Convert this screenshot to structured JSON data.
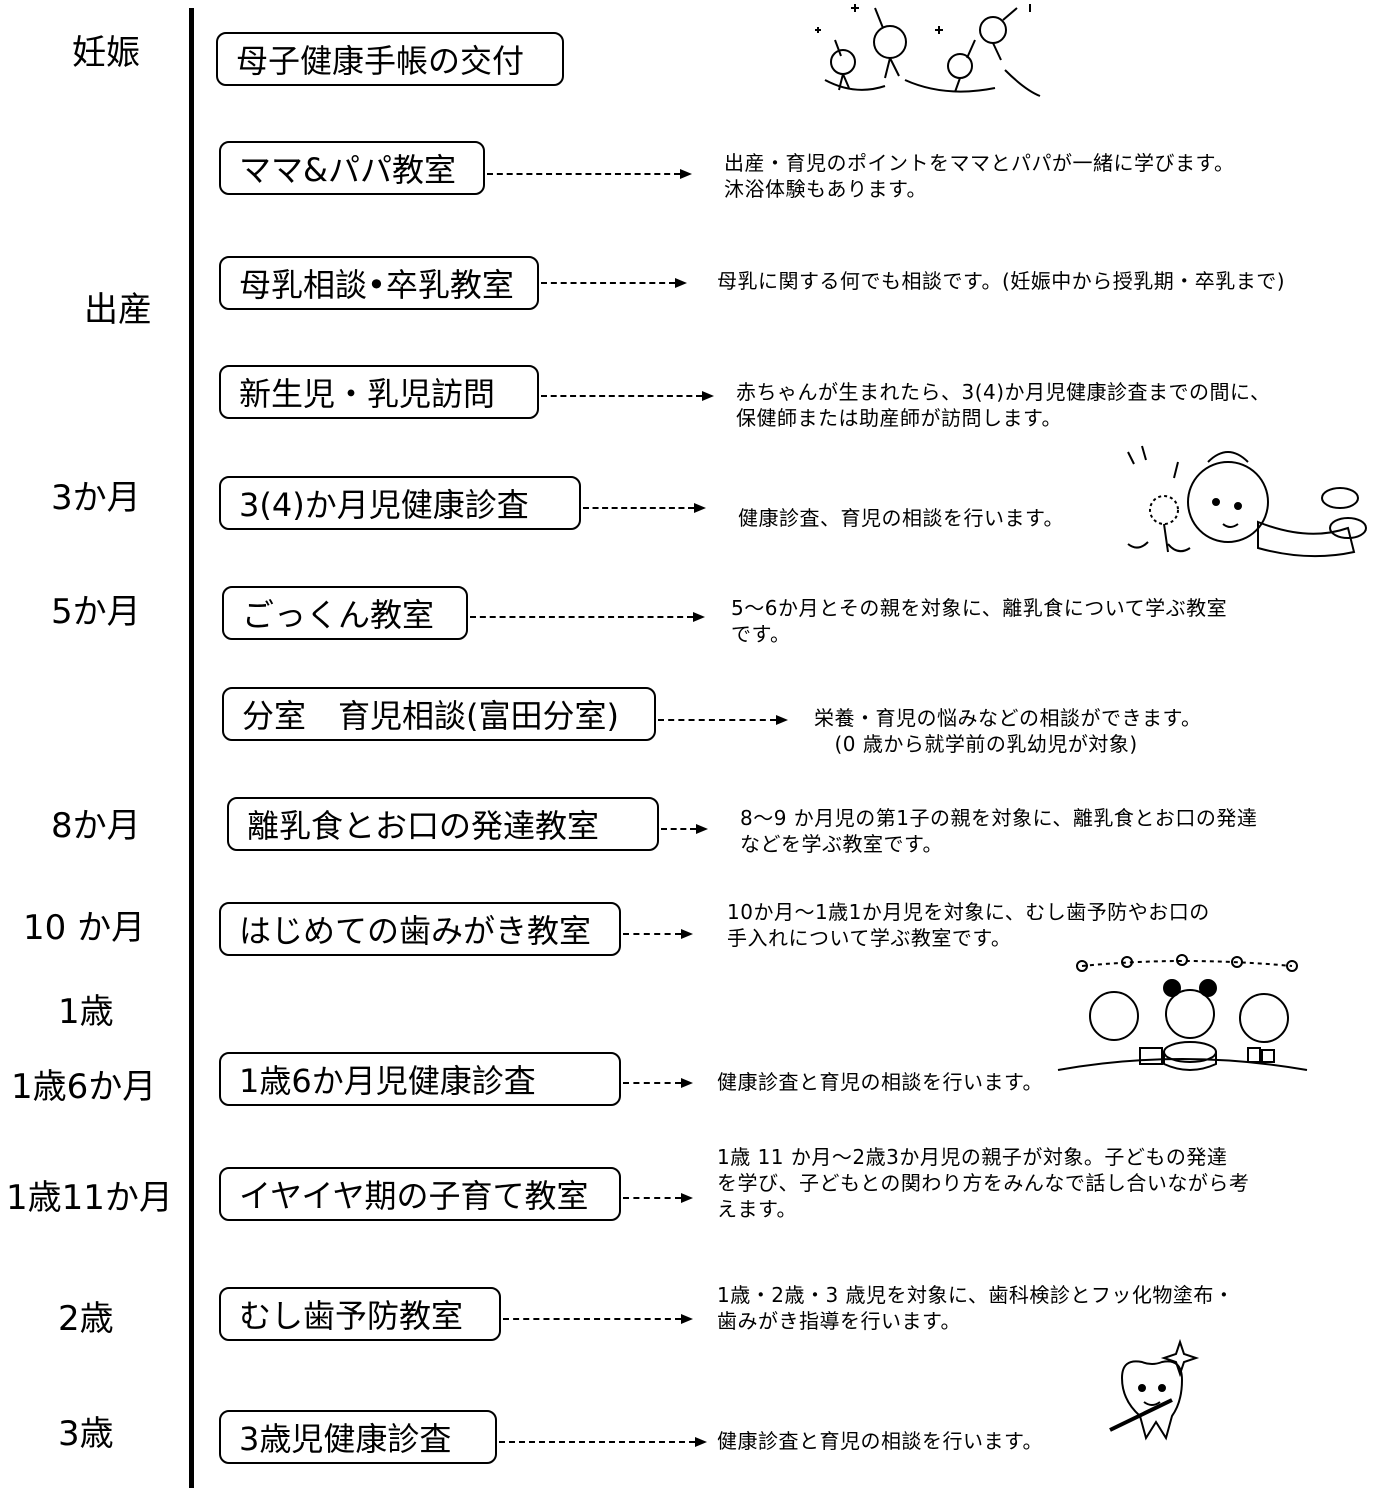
{
  "stages": {
    "pregnancy": "妊娠",
    "birth": "出産",
    "m3": "3か月",
    "m5": "5か月",
    "m8": "8か月",
    "m10": "10 か月",
    "y1": "1歳",
    "y1m6": "1歳6か月",
    "y1m11": "1歳11か月",
    "y2": "2歳",
    "y3": "3歳"
  },
  "programs": [
    {
      "label": "母子健康手帳の交付",
      "desc": ""
    },
    {
      "label": "ママ&パパ教室",
      "desc": "出産・育児のポイントをママとパパが一緒に学びます。\n沐浴体験もあります。"
    },
    {
      "label": "母乳相談•卒乳教室",
      "desc": "母乳に関する何でも相談です。(妊娠中から授乳期・卒乳まで)"
    },
    {
      "label": "新生児・乳児訪問",
      "desc": "赤ちゃんが生まれたら、3(4)か月児健康診査までの間に、\n保健師または助産師が訪問します。"
    },
    {
      "label": "3(4)か月児健康診査",
      "desc": "健康診査、育児の相談を行います。"
    },
    {
      "label": "ごっくん教室",
      "desc": "5～6か月とその親を対象に、離乳食について学ぶ教室\nです。"
    },
    {
      "label": "分室　育児相談(富田分室)",
      "desc": "栄養・育児の悩みなどの相談ができます。\n　(0 歳から就学前の乳幼児が対象)"
    },
    {
      "label": "離乳食とお口の発達教室",
      "desc": "8～9 か月児の第1子の親を対象に、離乳食とお口の発達\nなどを学ぶ教室です。"
    },
    {
      "label": "はじめての歯みがき教室",
      "desc": "10か月～1歳1か月児を対象に、むし歯予防やお口の\n手入れについて学ぶ教室です。"
    },
    {
      "label": "1歳6か月児健康診査",
      "desc": "健康診査と育児の相談を行います。"
    },
    {
      "label": "イヤイヤ期の子育て教室",
      "desc": "1歳 11 か月～2歳3か月児の親子が対象。子どもの発達\nを学び、子どもとの関わり方をみんなで話し合いながら考\nえます。"
    },
    {
      "label": "むし歯予防教室",
      "desc": "1歳・2歳・3 歳児を対象に、歯科検診とフッ化物塗布・\n歯みがき指導を行います。"
    },
    {
      "label": "3歳児健康診査",
      "desc": "健康診査と育児の相談を行います。"
    }
  ]
}
